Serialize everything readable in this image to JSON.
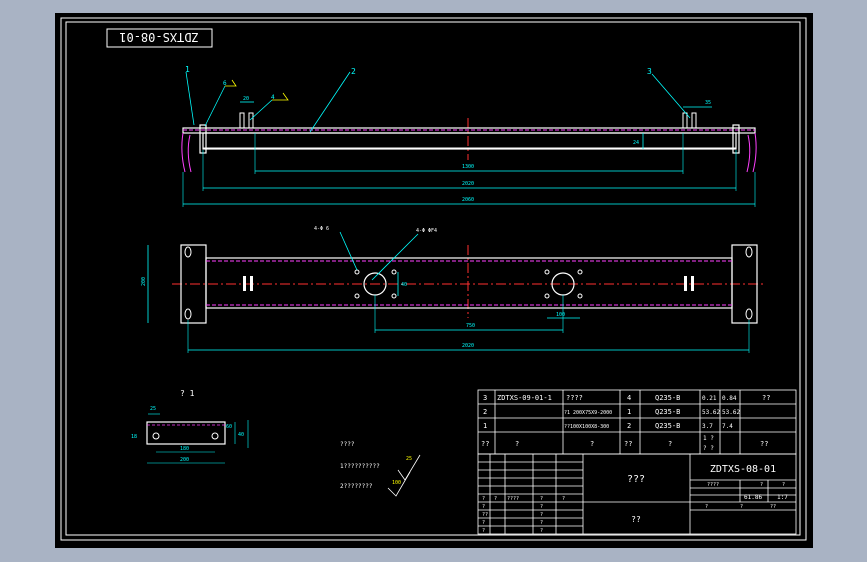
{
  "stamp": "ZDTXS-08-01",
  "top_view": {
    "callouts": [
      "1",
      "2",
      "3"
    ],
    "weld_marks": [
      "6",
      "4"
    ],
    "dims": {
      "left_gap": "20",
      "right_gap": "35",
      "step": "24",
      "inner": "1300",
      "mid": "2020",
      "overall": "2060"
    }
  },
  "plan_view": {
    "notes": [
      "4-Φ 6",
      "4-Φ ΦF4"
    ],
    "dims": {
      "height": "200",
      "hole": "40",
      "span": "750",
      "pitch": "100",
      "overall": "2020"
    }
  },
  "detail": {
    "title": "? 1",
    "dims": {
      "a": "25",
      "b": "18",
      "c": "180",
      "d": "200",
      "e": "40",
      "f": "60"
    }
  },
  "notes": {
    "title": "????",
    "line1": "1??????????",
    "line2": "2????????",
    "weld": "25",
    "weld2": "100"
  },
  "bom": {
    "rows": [
      {
        "no": "3",
        "code": "ZDTXS-09-01-1",
        "name": "????",
        "qty": "4",
        "mat": "Q235-B",
        "w1": "0.21",
        "w2": "0.84",
        "note": "??"
      },
      {
        "no": "2",
        "code": "",
        "name": "?1 200X75X9-2000",
        "qty": "1",
        "mat": "Q235-B",
        "w1": "53.62",
        "w2": "53.62",
        "note": ""
      },
      {
        "no": "1",
        "code": "",
        "name": "??100X100X8-300",
        "qty": "2",
        "mat": "Q235-B",
        "w1": "3.7",
        "w2": "7.4",
        "note": ""
      }
    ],
    "header": {
      "no": "??",
      "code": "?",
      "name": "?",
      "qty": "??",
      "mat": "?",
      "w": "1 ?",
      "w3": "? ?",
      "note": "??"
    }
  },
  "title_block": {
    "part": "???",
    "drawing_no": "ZDTXS-08-01",
    "company": "??",
    "weight": "61.86",
    "scale": "1:7",
    "cells": [
      "????",
      "?",
      "?",
      "?",
      "?",
      "??",
      "????",
      "?",
      "?",
      "?",
      "?",
      "?",
      "?",
      "??",
      "?",
      "?",
      "?",
      "?",
      "?"
    ]
  }
}
